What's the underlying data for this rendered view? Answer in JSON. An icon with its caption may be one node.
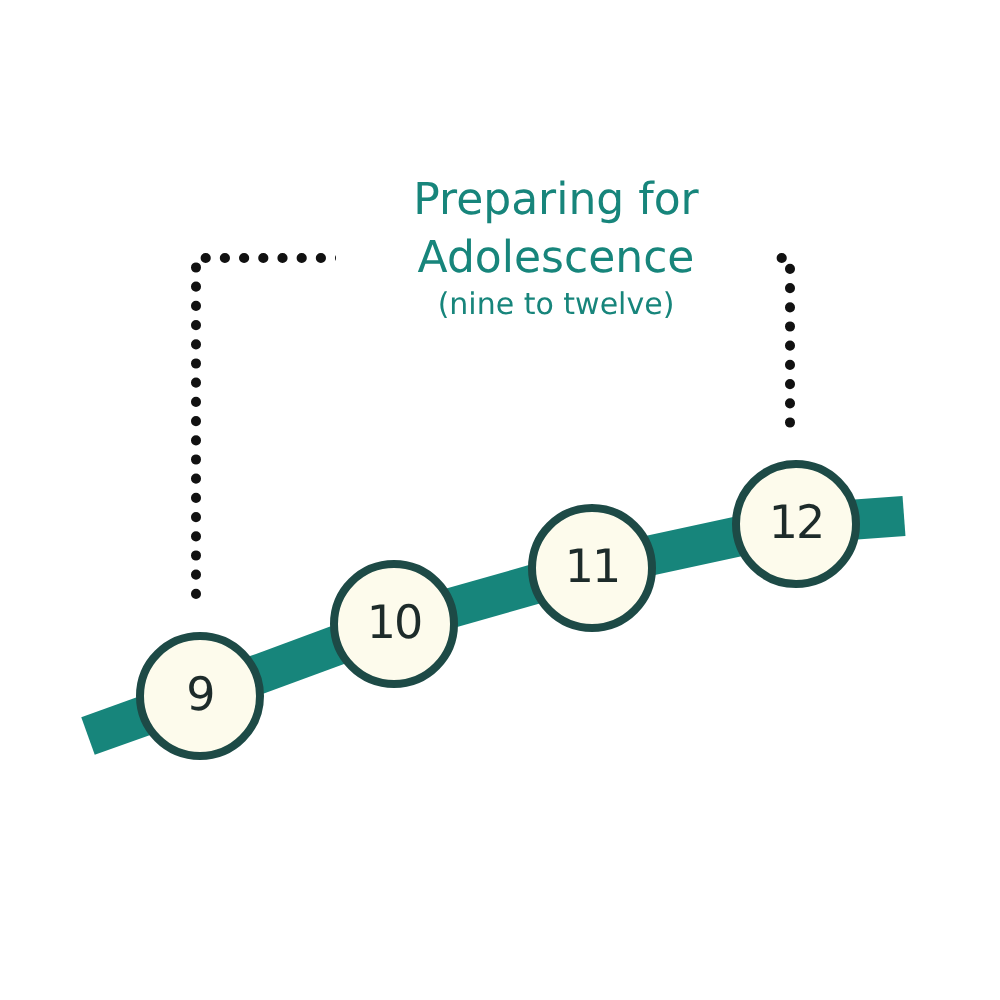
{
  "diagram": {
    "nodes": [
      {
        "text": [
          "9"
        ]
      },
      {
        "text": [
          "10"
        ]
      },
      {
        "text": [
          "11"
        ]
      },
      {
        "text": [
          "12"
        ]
      }
    ],
    "edges": [
      {
        "from": null,
        "to": 0,
        "arrow": "none"
      },
      {
        "from": 0,
        "to": 1,
        "arrow": "none"
      },
      {
        "from": 1,
        "to": 2,
        "arrow": "none"
      },
      {
        "from": 2,
        "to": 3,
        "arrow": "none"
      },
      {
        "from": 3,
        "to": null,
        "arrow": "none"
      }
    ],
    "labels": [
      "Preparing for Adolescence",
      "(nine to twelve)"
    ]
  }
}
